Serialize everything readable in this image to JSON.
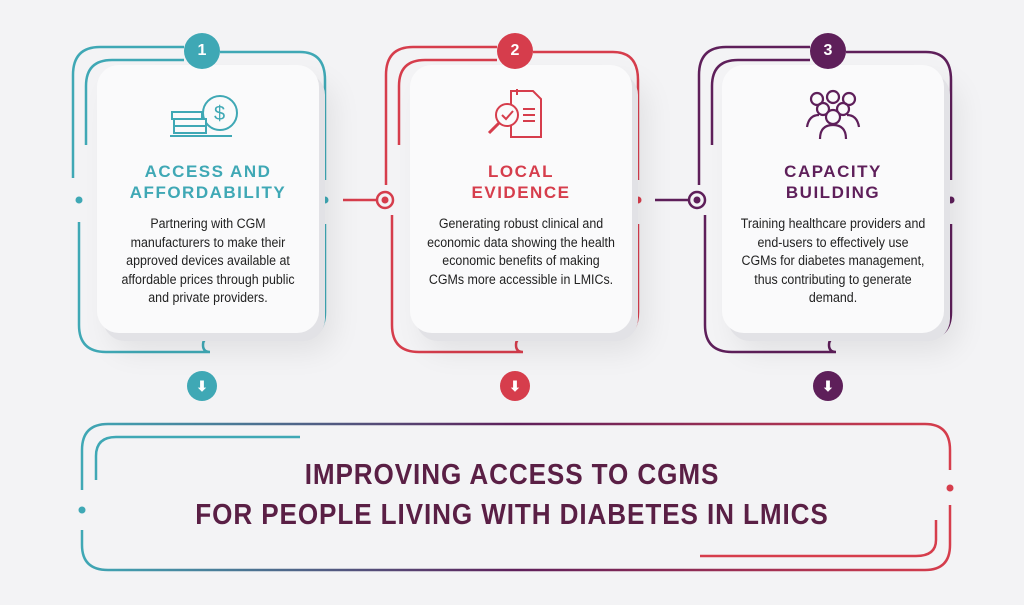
{
  "colors": {
    "teal": "#3fa8b5",
    "red": "#d63d4c",
    "purple": "#5e1f5a",
    "title": "#5a1f45"
  },
  "steps": [
    {
      "number": "1",
      "icon": "coins-dollar-icon",
      "title_line1": "ACCESS AND",
      "title_line2": "AFFORDABILITY",
      "text": "Partnering with CGM manufacturers to make their approved devices available at affordable prices through public and private providers.",
      "arrow": "⬇"
    },
    {
      "number": "2",
      "icon": "document-magnifier-icon",
      "title_line1": "LOCAL",
      "title_line2": "EVIDENCE",
      "text": "Generating robust clinical and economic data showing the health economic benefits of making CGMs more accessible in LMICs.",
      "arrow": "⬇"
    },
    {
      "number": "3",
      "icon": "people-group-icon",
      "title_line1": "CAPACITY",
      "title_line2": "BUILDING",
      "text": "Training healthcare providers and end-users to effectively use CGMs for diabetes management, thus contributing to generate demand.",
      "arrow": "⬇"
    }
  ],
  "goal": {
    "line1": "IMPROVING ACCESS TO CGMS",
    "line2": "FOR PEOPLE LIVING WITH DIABETES IN LMICS"
  }
}
